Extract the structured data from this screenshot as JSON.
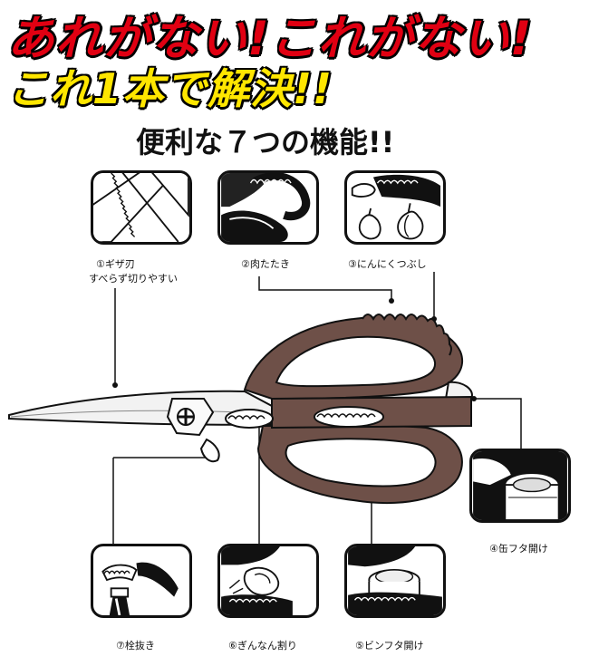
{
  "headline": {
    "line1": "あれがない!これがない!",
    "line2": "これ1本で解決!!"
  },
  "section_title": "便利な７つの機能!!",
  "features": [
    {
      "caption": "①ギザ刃"
    },
    {
      "caption_sub": "すべらず切りやすい"
    },
    {
      "caption": "②肉たたき"
    },
    {
      "caption": "③にんにくつぶし"
    },
    {
      "caption": "④缶フタ開け"
    },
    {
      "caption": "⑤ビンフタ開け"
    },
    {
      "caption": "⑥ぎんなん割り"
    },
    {
      "caption": "⑦栓抜き"
    }
  ],
  "colors": {
    "headline_red": "#e00012",
    "headline_yellow": "#ffe600",
    "handle_brown": "#6e5048",
    "outline": "#111111"
  }
}
